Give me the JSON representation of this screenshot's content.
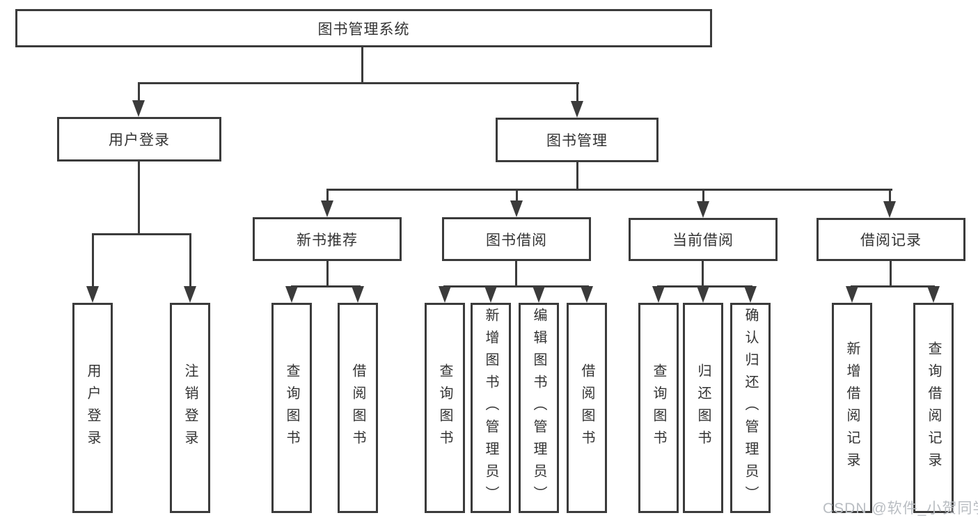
{
  "diagram": {
    "title": "图书管理系统",
    "level2": [
      {
        "label": "用户登录"
      },
      {
        "label": "图书管理"
      }
    ],
    "level3": [
      {
        "label": "新书推荐"
      },
      {
        "label": "图书借阅"
      },
      {
        "label": "当前借阅"
      },
      {
        "label": "借阅记录"
      }
    ],
    "leaves": [
      {
        "label": "用户登录"
      },
      {
        "label": "注销登录"
      },
      {
        "label": "查询图书"
      },
      {
        "label": "借阅图书"
      },
      {
        "label": "查询图书"
      },
      {
        "label": "新增图书（管理员）"
      },
      {
        "label": "编辑图书（管理员）"
      },
      {
        "label": "借阅图书"
      },
      {
        "label": "查询图书"
      },
      {
        "label": "归还图书"
      },
      {
        "label": "确认归还（管理员）"
      },
      {
        "label": "新增借阅记录"
      },
      {
        "label": "查询借阅记录"
      }
    ],
    "colors": {
      "line": "#3b3b3b",
      "box_border": "#3b3b3b",
      "text": "#333333",
      "background": "#ffffff",
      "watermark": "#b9bdc2"
    }
  },
  "watermark": {
    "text": "CSDN @软件_小贺同学"
  }
}
